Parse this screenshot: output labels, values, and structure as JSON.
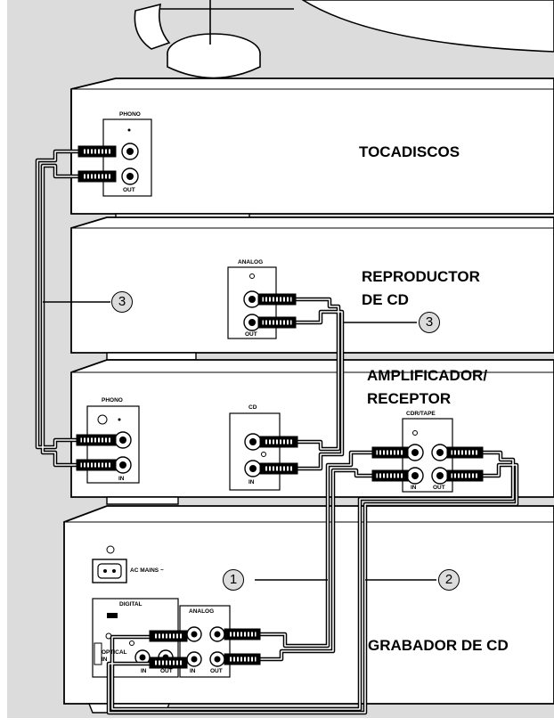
{
  "labels": {
    "turntable": "TOCADISCOS",
    "cd_player_line1": "REPRODUCTOR",
    "cd_player_line2": "DE CD",
    "amplifier_line1": "AMPLIFICADOR/",
    "amplifier_line2": "RECEPTOR",
    "cd_recorder": "GRABADOR DE CD"
  },
  "callouts": {
    "c1": "1",
    "c2": "2",
    "c3_left": "3",
    "c3_right": "3"
  },
  "panels": {
    "turntable_phono": "PHONO",
    "turntable_out": "OUT",
    "cdplayer_analog": "ANALOG",
    "cdplayer_out": "OUT",
    "amp_phono": "PHONO",
    "amp_phono_in": "IN",
    "amp_cd": "CD",
    "amp_cd_in": "IN",
    "amp_cdrtape": "CDR/TAPE",
    "amp_cdrtape_in": "IN",
    "amp_cdrtape_out": "OUT",
    "rec_ac_mains": "AC MAINS ~",
    "rec_digital": "DIGITAL",
    "rec_analog": "ANALOG",
    "rec_optical_line1": "OPTICAL",
    "rec_optical_line2": "IN",
    "rec_digital_in": "IN",
    "rec_digital_out": "OUT",
    "rec_analog_in": "IN",
    "rec_analog_out": "OUT"
  },
  "colors": {
    "background": "#dcdcdc",
    "device_fill": "#ffffff",
    "line": "#000000"
  }
}
